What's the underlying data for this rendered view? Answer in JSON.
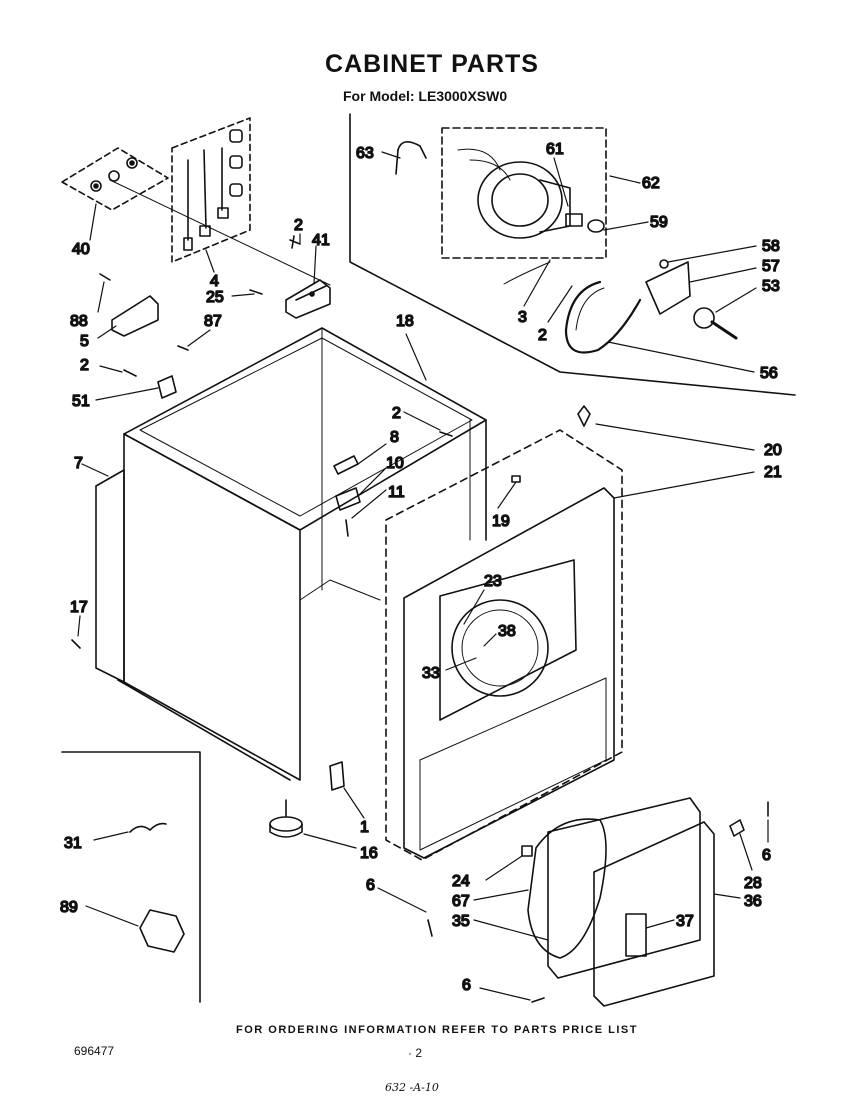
{
  "title": "CABINET PARTS",
  "subtitle": "For Model: LE3000XSW0",
  "footer_note": "FOR ORDERING INFORMATION REFER TO PARTS PRICE LIST",
  "document_number": "696477",
  "page_number": "· 2",
  "handwritten_code": "632 -A-10",
  "callouts": [
    "63",
    "61",
    "62",
    "59",
    "58",
    "57",
    "53",
    "56",
    "40",
    "4",
    "2",
    "41",
    "25",
    "88",
    "5",
    "87",
    "2",
    "51",
    "18",
    "3",
    "2",
    "7",
    "2",
    "8",
    "10",
    "11",
    "19",
    "20",
    "21",
    "17",
    "23",
    "38",
    "33",
    "1",
    "16",
    "31",
    "89",
    "6",
    "24",
    "67",
    "35",
    "37",
    "28",
    "6",
    "36",
    "6"
  ]
}
